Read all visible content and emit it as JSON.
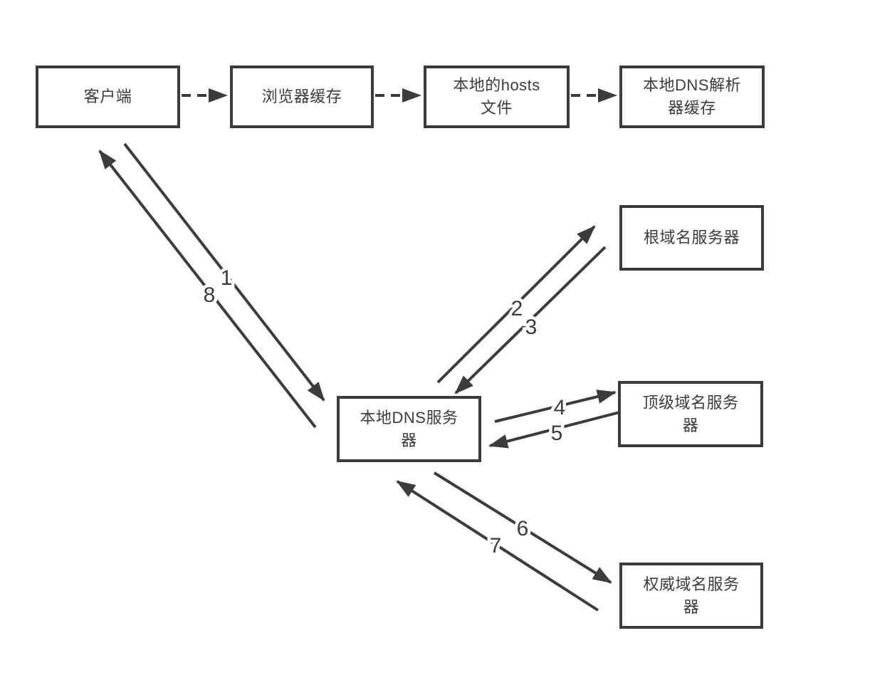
{
  "colors": {
    "stroke": "#3c3c3c",
    "text": "#3c3c3c",
    "background": "#ffffff"
  },
  "nodes": {
    "client": {
      "lines": [
        "客户端"
      ]
    },
    "browser_cache": {
      "lines": [
        "浏览器缓存"
      ]
    },
    "hosts_file": {
      "lines": [
        "本地的hosts",
        "文件"
      ]
    },
    "resolver_cache": {
      "lines": [
        "本地DNS解析",
        "器缓存"
      ]
    },
    "root_server": {
      "lines": [
        "根域名服务器"
      ]
    },
    "local_dns": {
      "lines": [
        "本地DNS服务",
        "器"
      ]
    },
    "tld_server": {
      "lines": [
        "顶级域名服务",
        "器"
      ]
    },
    "auth_server": {
      "lines": [
        "权威域名服务",
        "器"
      ]
    }
  },
  "edges": {
    "step1": {
      "label": "1",
      "from": "client",
      "to": "local_dns",
      "style": "solid"
    },
    "step2": {
      "label": "2",
      "from": "local_dns",
      "to": "root_server",
      "style": "solid"
    },
    "step3": {
      "label": "3",
      "from": "root_server",
      "to": "local_dns",
      "style": "solid"
    },
    "step4": {
      "label": "4",
      "from": "local_dns",
      "to": "tld_server",
      "style": "solid"
    },
    "step5": {
      "label": "5",
      "from": "tld_server",
      "to": "local_dns",
      "style": "solid"
    },
    "step6": {
      "label": "6",
      "from": "local_dns",
      "to": "auth_server",
      "style": "solid"
    },
    "step7": {
      "label": "7",
      "from": "auth_server",
      "to": "local_dns",
      "style": "solid"
    },
    "step8": {
      "label": "8",
      "from": "local_dns",
      "to": "client",
      "style": "solid"
    },
    "cache1": {
      "label": "",
      "from": "client",
      "to": "browser_cache",
      "style": "dashed"
    },
    "cache2": {
      "label": "",
      "from": "browser_cache",
      "to": "hosts_file",
      "style": "dashed"
    },
    "cache3": {
      "label": "",
      "from": "hosts_file",
      "to": "resolver_cache",
      "style": "dashed"
    }
  }
}
